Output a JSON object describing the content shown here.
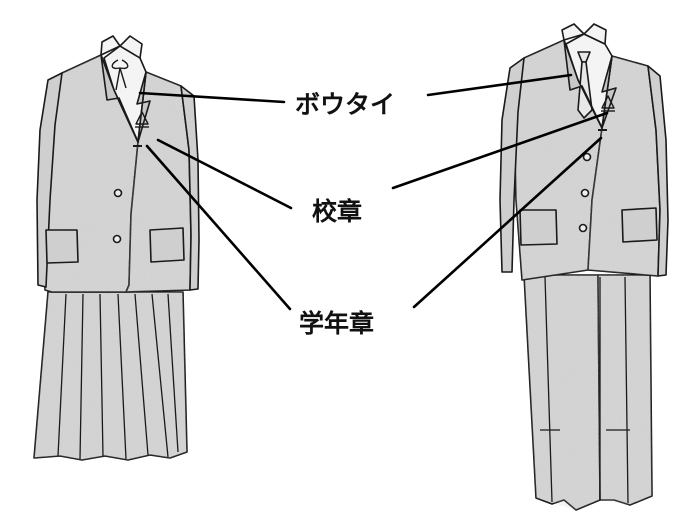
{
  "labels": {
    "bowtie": "ボウタイ",
    "school_badge": "校章",
    "grade_badge": "学年章"
  },
  "colors": {
    "fabric": "#d6d6d6",
    "ink": "#1a1a1a",
    "shirt": "#f4f4f4"
  }
}
